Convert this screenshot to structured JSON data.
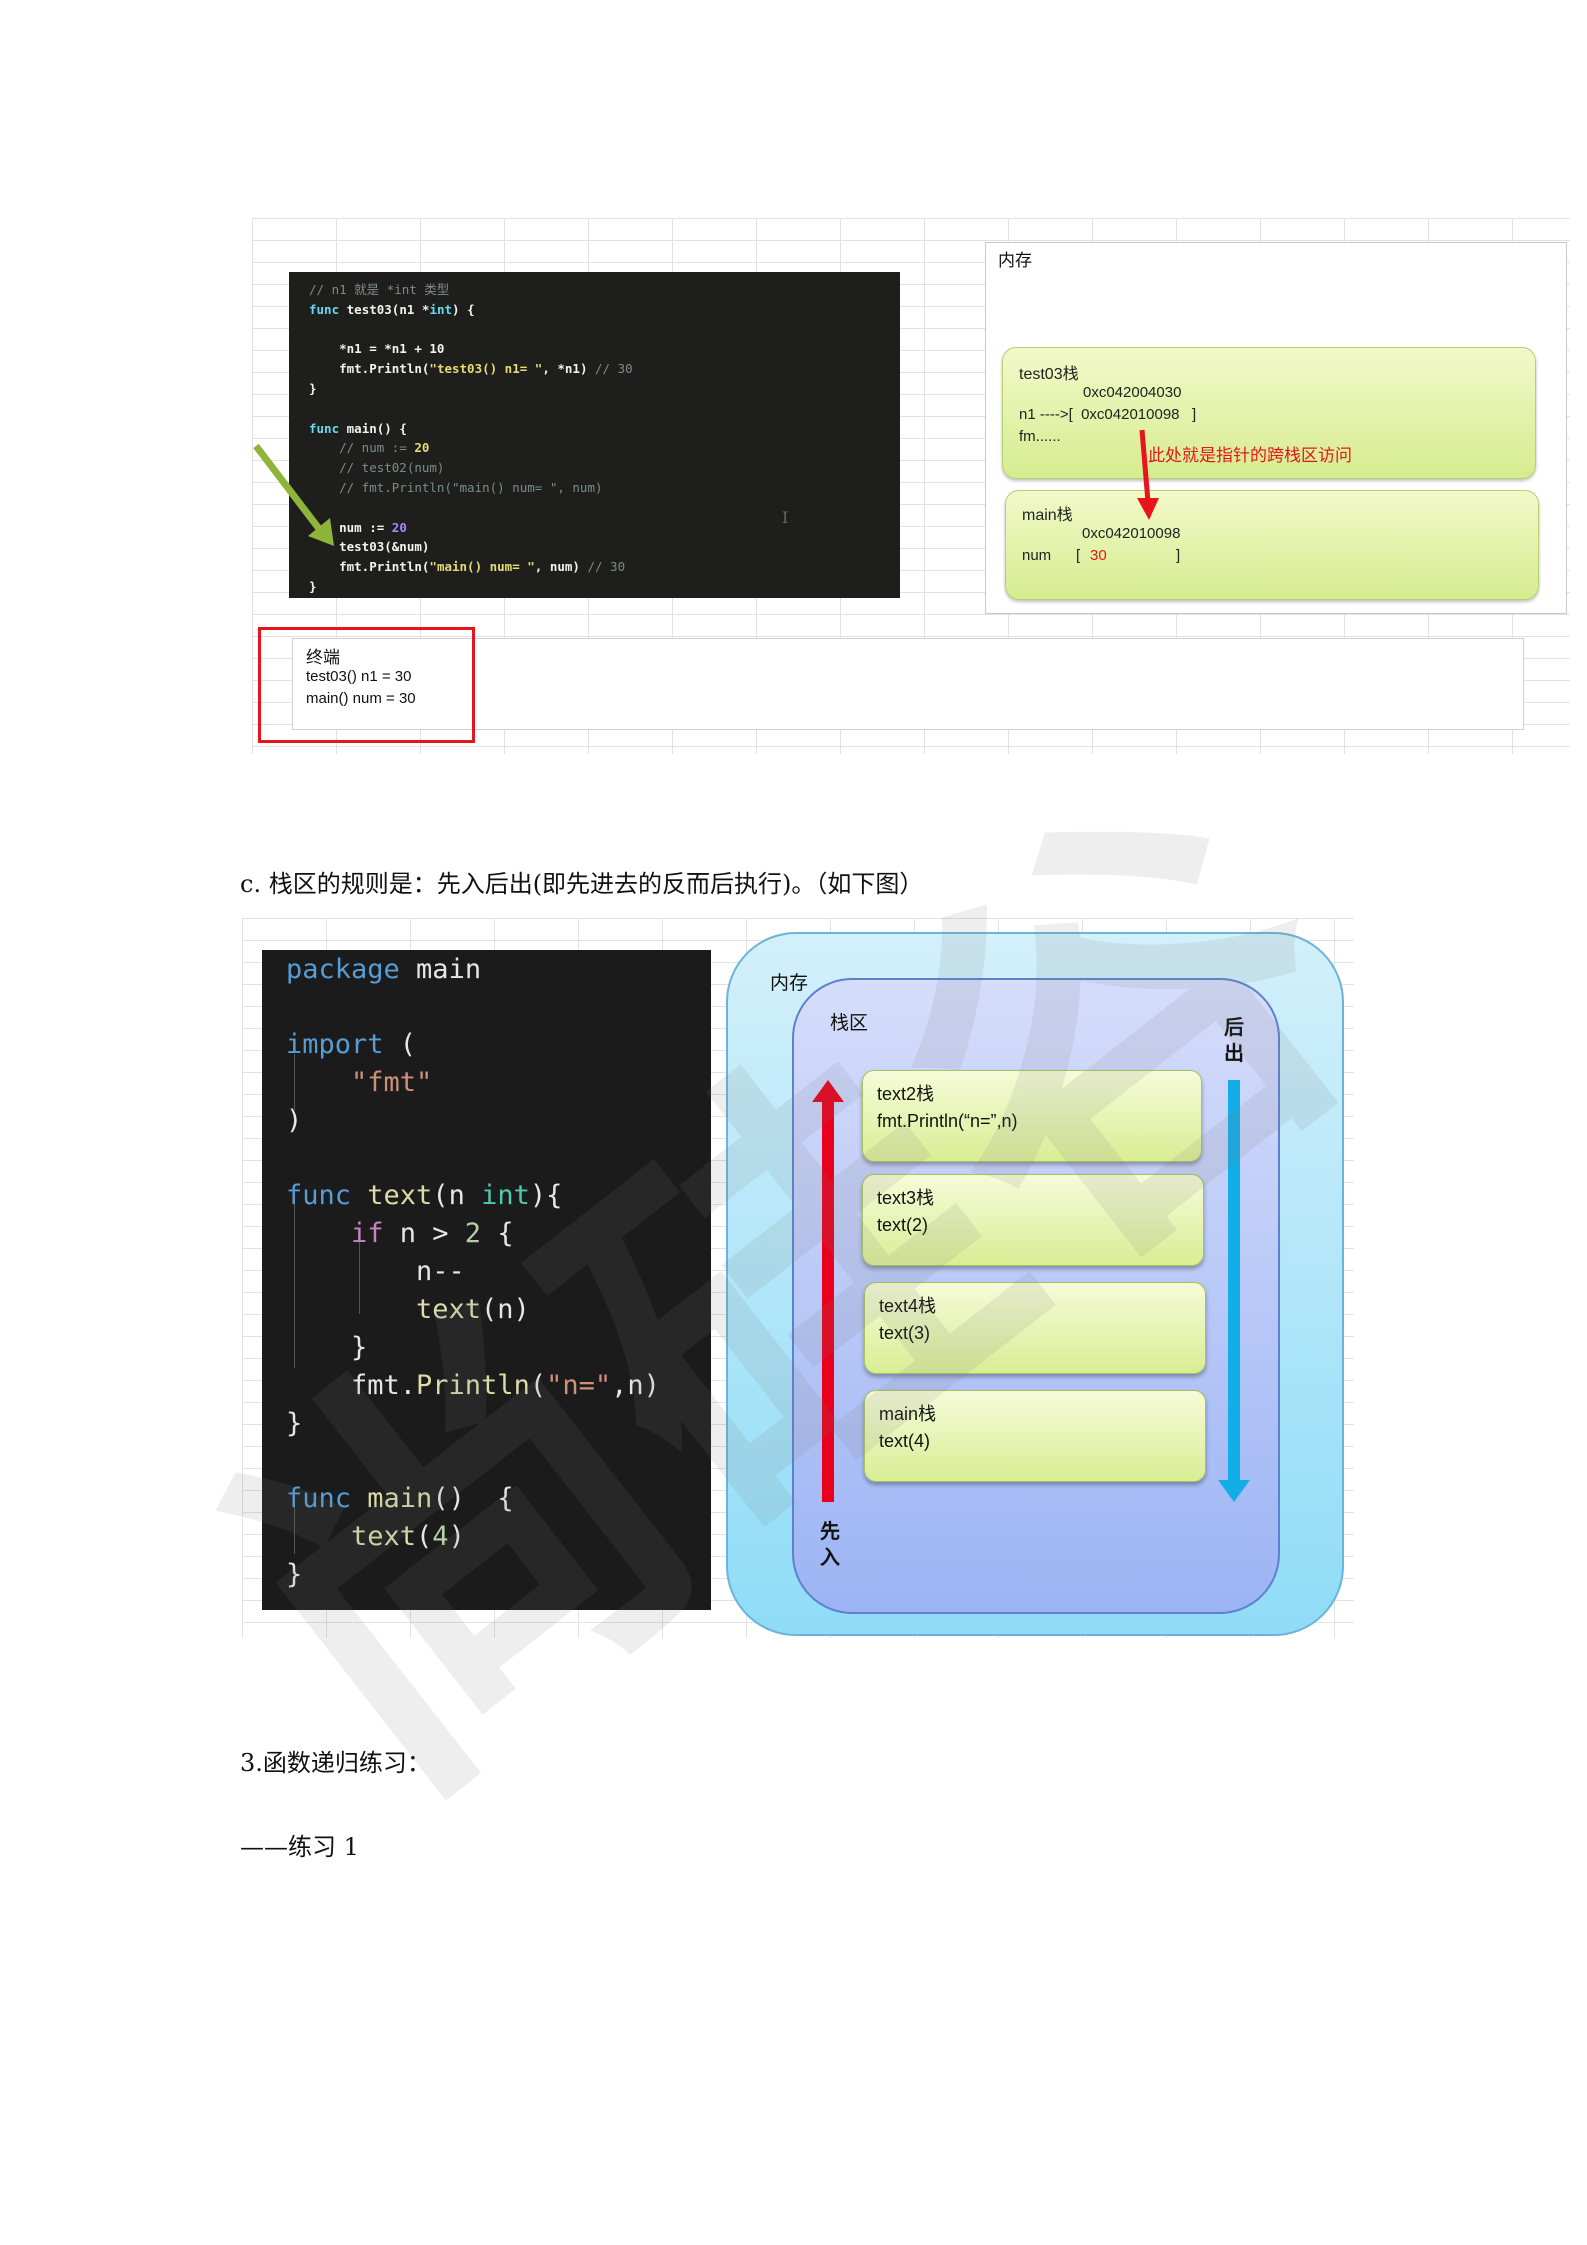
{
  "figure1": {
    "code_lines": [
      [
        {
          "t": "// n1 就是 *int 类型",
          "c": "comment"
        }
      ],
      [
        {
          "t": "func ",
          "c": "kw"
        },
        {
          "t": "test03(n1 *",
          "c": ""
        },
        {
          "t": "int",
          "c": "kw"
        },
        {
          "t": ") {",
          "c": ""
        }
      ],
      [],
      [
        {
          "t": "    *n1 = *n1 + 10",
          "c": ""
        }
      ],
      [
        {
          "t": "    fmt.Println(",
          "c": ""
        },
        {
          "t": "\"test03() n1= \"",
          "c": "str"
        },
        {
          "t": ", *n1) ",
          "c": ""
        },
        {
          "t": "// 30",
          "c": "comment"
        }
      ],
      [
        {
          "t": "}",
          "c": ""
        }
      ],
      [],
      [
        {
          "t": "func ",
          "c": "kw"
        },
        {
          "t": "main() {",
          "c": ""
        }
      ],
      [
        {
          "t": "    // num := ",
          "c": "comment"
        },
        {
          "t": "20",
          "c": "hl"
        }
      ],
      [
        {
          "t": "    // test02(num)",
          "c": "comment"
        }
      ],
      [
        {
          "t": "    // fmt.Println(\"main() num= \", num)",
          "c": "comment"
        }
      ],
      [],
      [
        {
          "t": "    num := ",
          "c": ""
        },
        {
          "t": "20",
          "c": "num"
        }
      ],
      [
        {
          "t": "    test03(&num)",
          "c": ""
        }
      ],
      [
        {
          "t": "    fmt.Println(",
          "c": ""
        },
        {
          "t": "\"main() num= \"",
          "c": "str"
        },
        {
          "t": ", num) ",
          "c": ""
        },
        {
          "t": "// 30",
          "c": "comment"
        }
      ],
      [
        {
          "t": "}",
          "c": ""
        }
      ]
    ],
    "memory_label": "内存",
    "test03_stack": {
      "title": "test03栈",
      "addr": "0xc042004030",
      "n1_line": "n1 ---->[  0xc042010098   ]",
      "fm": "fm......"
    },
    "main_stack": {
      "title": "main栈",
      "addr": "0xc042010098",
      "num_label": "num",
      "num_open": "[",
      "num_value": "30",
      "num_close": "]"
    },
    "annotation": "此处就是指针的跨栈区访问",
    "terminal": {
      "title": "终端",
      "lines": [
        "test03() n1 = 30",
        "main() num = 30"
      ]
    },
    "cursor_glyph": "I"
  },
  "text": {
    "rule_para": "c. 栈区的规则是：先入后出(即先进去的反而后执行)。（如下图）",
    "section3": "3.函数递归练习：",
    "exercise1": "——练习 1"
  },
  "figure2": {
    "code": {
      "l1_kw": "package",
      "l1_rest": " main",
      "l2_kw": "import",
      "l2_rest": " (",
      "l3": "\"fmt\"",
      "l4": ")",
      "l5_kw": "func",
      "l5_fn": " text",
      "l5_a": "(n ",
      "l5_type": "int",
      "l5_b": "){",
      "l6_kw": "if",
      "l6_a": " n > ",
      "l6_num": "2",
      "l6_b": " {",
      "l7": "n--",
      "l8_fn": "text",
      "l8_rest": "(n)",
      "l9": "}",
      "l10_a": "fmt.",
      "l10_fn": "Println",
      "l10_b": "(",
      "l10_str": "\"n=\"",
      "l10_c": ",n)",
      "l11": "}",
      "l12_kw": "func",
      "l12_fn": " main",
      "l12_rest": "()  {",
      "l13_fn": "text",
      "l13_a": "(",
      "l13_num": "4",
      "l13_b": ")",
      "l14": "}"
    },
    "memory_label": "内存",
    "stack_area_label": "栈区",
    "first_in": "先入",
    "last_out": "后出",
    "frames": [
      {
        "title": "text2栈",
        "line": "fmt.Println(“n=”,n)"
      },
      {
        "title": "text3栈",
        "line": "text(2)"
      },
      {
        "title": "text4栈",
        "line": "text(3)"
      },
      {
        "title": "main栈",
        "line": "text(4)"
      }
    ],
    "colors": {
      "up_arrow": "#e8001c",
      "down_arrow": "#12aee8"
    }
  },
  "watermark": "尚硅谷"
}
